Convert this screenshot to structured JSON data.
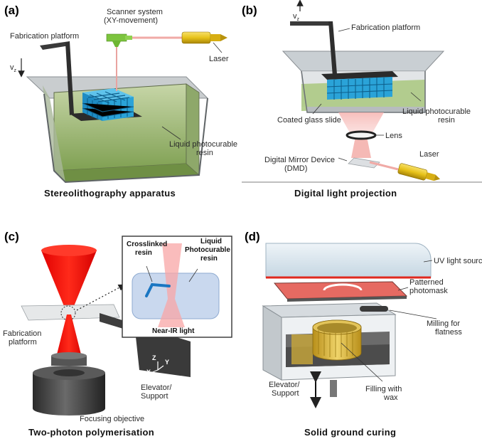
{
  "panels": {
    "a": {
      "letter": "(a)",
      "caption": "Stereolithography apparatus",
      "labels": {
        "scanner_line1": "Scanner system",
        "scanner_line2": "(XY-movement)",
        "laser": "Laser",
        "platform": "Fabrication platform",
        "vz": "v",
        "vz_sub": "z",
        "resin_line1": "Liquid photocurable",
        "resin_line2": "resin"
      }
    },
    "b": {
      "letter": "(b)",
      "caption": "Digital light projection",
      "labels": {
        "vz": "v",
        "vz_sub": "z",
        "platform": "Fabrication platform",
        "glass": "Coated glass slide",
        "resin_line1": "Liquid photocurable",
        "resin_line2": "resin",
        "lens": "Lens",
        "laser": "Laser",
        "dmd_line1": "Digital Mirror Device",
        "dmd_line2": "(DMD)"
      }
    },
    "c": {
      "letter": "(c)",
      "caption": "Two-photon polymerisation",
      "labels": {
        "crosslinked_line1": "Crosslinked",
        "crosslinked_line2": "resin",
        "liquid_line1": "Liquid",
        "liquid_line2": "Photocurable",
        "liquid_line3": "resin",
        "nearir": "Near-IR light",
        "platform_line1": "Fabrication",
        "platform_line2": "platform",
        "elevator_line1": "Elevator/",
        "elevator_line2": "Support",
        "objective": "Focusing objective",
        "axis_z": "Z",
        "axis_x": "X",
        "axis_y": "Y"
      }
    },
    "d": {
      "letter": "(d)",
      "caption": "Solid ground curing",
      "labels": {
        "uv": "UV light source",
        "mask_line1": "Patterned",
        "mask_line2": "photomask",
        "milling_line1": "Milling for",
        "milling_line2": "flatness",
        "elevator_line1": "Elevator/",
        "elevator_line2": "Support",
        "wax_line1": "Filling with",
        "wax_line2": "wax"
      }
    }
  },
  "colors": {
    "resin_green": "#9fbf7a",
    "lattice_blue": "#2aa3d8",
    "laser_red": "#e8312b",
    "laser_yellow": "#e7c21a",
    "scanner_green": "#8fd14f",
    "glass_gray": "#c9cfd3",
    "uv_lamp": "#d9e6ee",
    "wax_gold": "#d8b23a"
  }
}
